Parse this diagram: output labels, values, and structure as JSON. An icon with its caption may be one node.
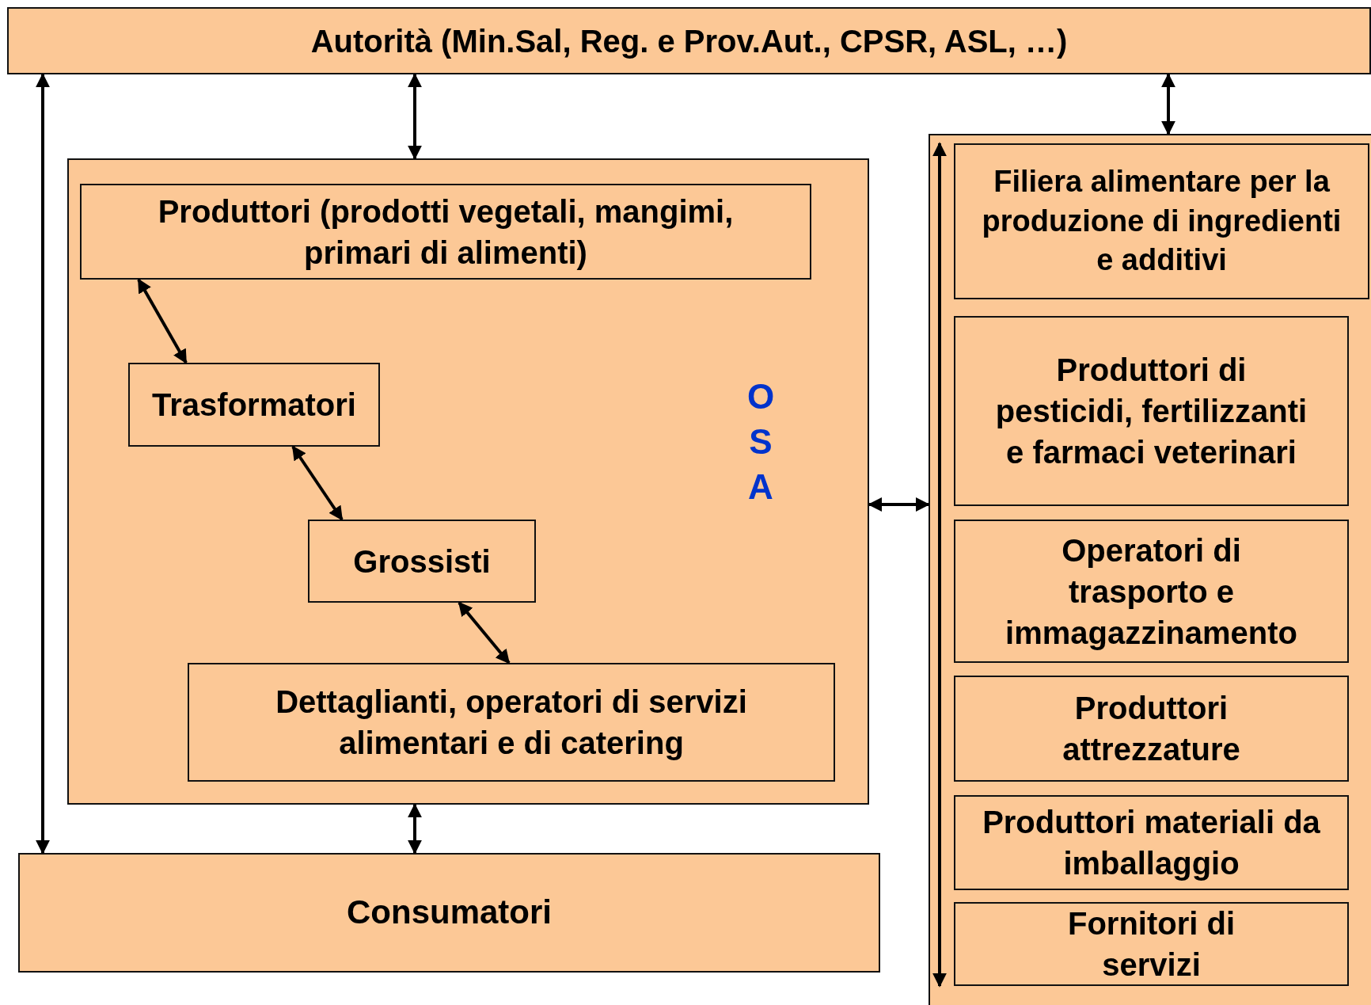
{
  "diagram": {
    "nodes": [
      {
        "text": [
          "Autorità (Min.Sal, Reg. e Prov.Aut., CPSR, ASL, …)"
        ]
      },
      {
        "text": [
          "OSA"
        ]
      },
      {
        "text": [
          "Produttori (prodotti vegetali, mangimi, primari di alimenti)"
        ],
        "in": 1
      },
      {
        "text": [
          "Trasformatori"
        ],
        "in": 1
      },
      {
        "text": [
          "Grossisti"
        ],
        "in": 1
      },
      {
        "text": [
          "Dettaglianti, operatori di servizi alimentari e di catering"
        ],
        "in": 1
      },
      {
        "text": [
          "Consumatori"
        ]
      },
      {
        "text": [],
        "shape": "box"
      },
      {
        "text": [
          "Filiera alimentare per la produzione di ingredienti e additivi"
        ],
        "in": 7
      },
      {
        "text": [
          "Produttori di pesticidi, fertilizzanti e farmaci veterinari"
        ],
        "in": 7
      },
      {
        "text": [
          "Operatori di trasporto e immagazzinamento"
        ],
        "in": 7
      },
      {
        "text": [
          "Produttori attrezzature"
        ],
        "in": 7
      },
      {
        "text": [
          "Produttori materiali da imballaggio"
        ],
        "in": 7
      },
      {
        "text": [
          "Fornitori di servizi"
        ],
        "in": 7
      }
    ],
    "edges": [
      {
        "from": 0,
        "to": 1,
        "arrow": "both"
      },
      {
        "from": 0,
        "to": 7,
        "arrow": "both"
      },
      {
        "from": 0,
        "to": 6,
        "arrow": "both"
      },
      {
        "from": 2,
        "to": 3,
        "arrow": "both"
      },
      {
        "from": 3,
        "to": 4,
        "arrow": "both"
      },
      {
        "from": 4,
        "to": 5,
        "arrow": "both"
      },
      {
        "from": 1,
        "to": 7,
        "arrow": "both"
      },
      {
        "from": 1,
        "to": 6,
        "arrow": "both"
      },
      {
        "from": 8,
        "to": 13,
        "arrow": "both"
      }
    ]
  }
}
